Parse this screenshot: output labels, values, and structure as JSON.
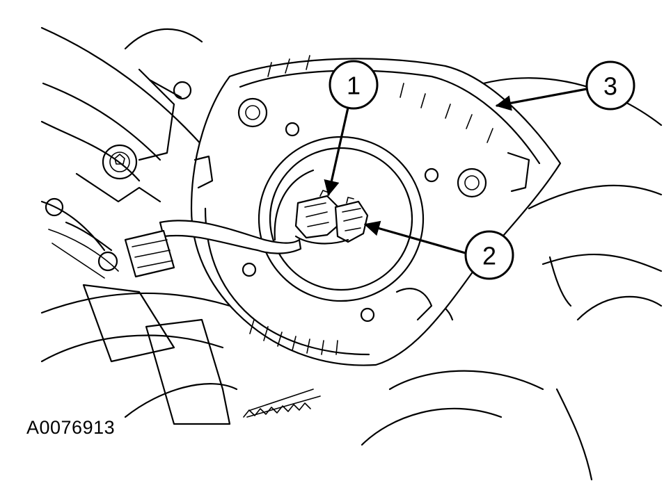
{
  "figure_id": "A0076913",
  "callouts": [
    {
      "label": "1"
    },
    {
      "label": "2"
    },
    {
      "label": "3"
    }
  ]
}
